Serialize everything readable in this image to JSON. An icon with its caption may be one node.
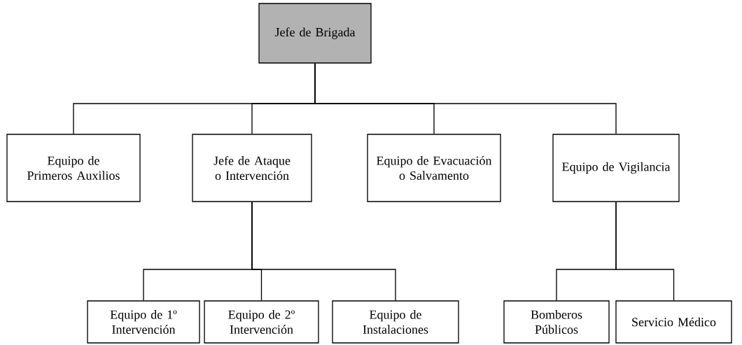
{
  "diagram": {
    "nodes": [
      {
        "text": [
          "Jefe de Brigada"
        ]
      },
      {
        "text": [
          "Equipo de Primeros Auxilios"
        ]
      },
      {
        "text": [
          "Jefe de Ataque o Intervención"
        ]
      },
      {
        "text": [
          "Equipo de Evacuación o Salvamento"
        ]
      },
      {
        "text": [
          "Equipo de Vigilancia"
        ]
      },
      {
        "text": [
          "Equipo de 1º Intervención"
        ]
      },
      {
        "text": [
          "Equipo de 2º Intervención"
        ]
      },
      {
        "text": [
          "Equipo de Instalaciones"
        ]
      },
      {
        "text": [
          "Bomberos Públicos"
        ]
      },
      {
        "text": [
          "Servicio Médico"
        ]
      }
    ],
    "edges": [
      {
        "from": 0,
        "to": 1,
        "arrow": "none"
      },
      {
        "from": 0,
        "to": 2,
        "arrow": "none"
      },
      {
        "from": 0,
        "to": 3,
        "arrow": "none"
      },
      {
        "from": 0,
        "to": 4,
        "arrow": "none"
      },
      {
        "from": 2,
        "to": 5,
        "arrow": "none"
      },
      {
        "from": 2,
        "to": 6,
        "arrow": "none"
      },
      {
        "from": 2,
        "to": 7,
        "arrow": "none"
      },
      {
        "from": 4,
        "to": 8,
        "arrow": "none"
      },
      {
        "from": 4,
        "to": 9,
        "arrow": "none"
      }
    ]
  }
}
